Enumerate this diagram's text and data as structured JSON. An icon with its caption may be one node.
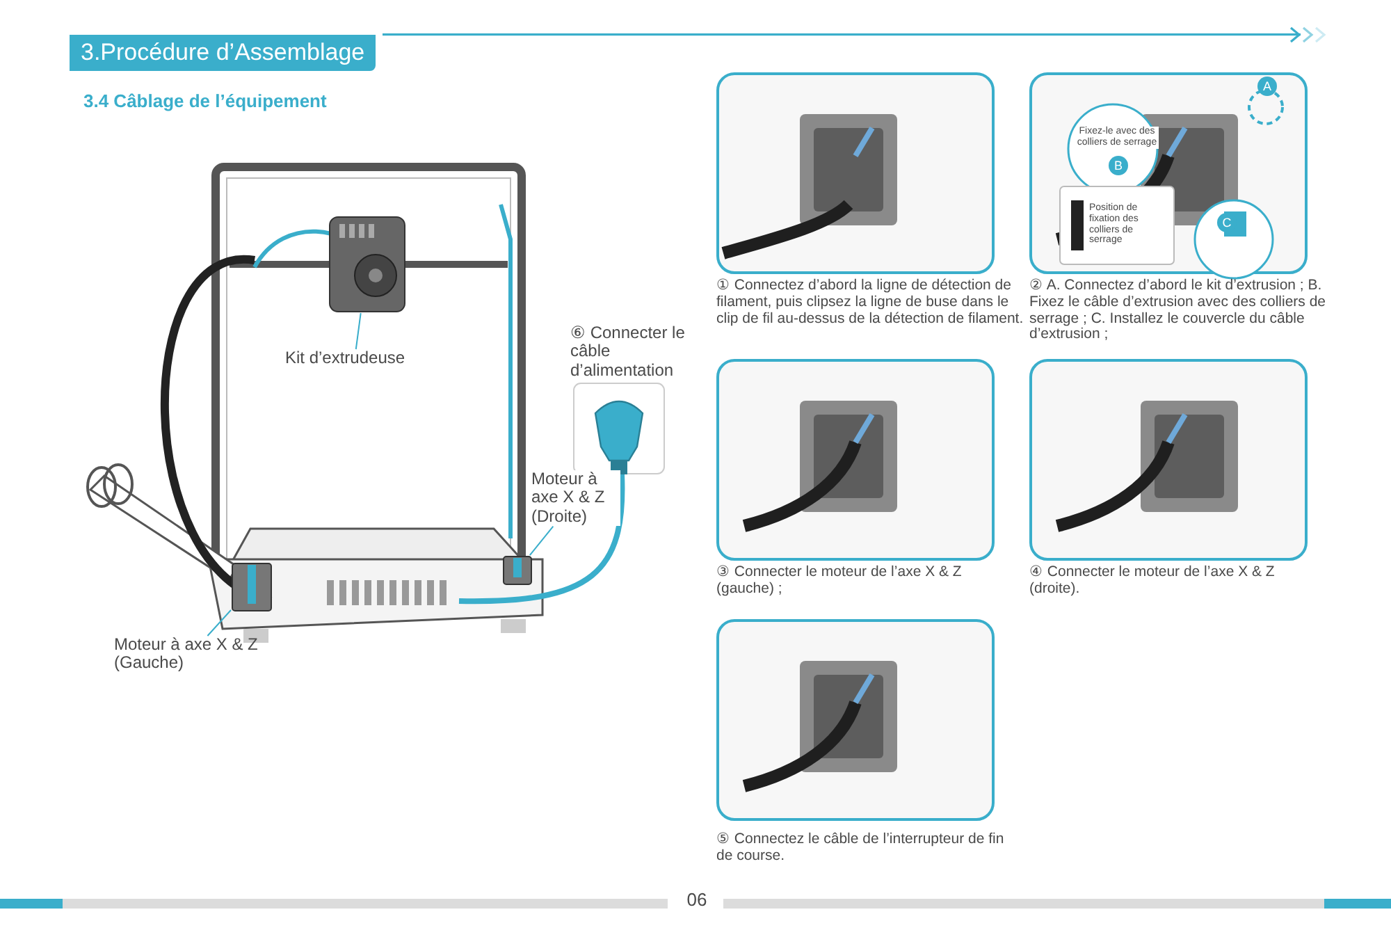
{
  "diagram": {
    "title": "3.Procédure d’Assemblage",
    "nodes": [
      {
        "text": [
          "Kit d’extrudeuse"
        ]
      },
      {
        "text": [],
        "shape": "picture"
      },
      {
        "text": [
          "Moteur à axe X & Z (Droite)"
        ]
      },
      {
        "text": [],
        "shape": "picture"
      },
      {
        "text": [
          "Moteur à axe X & Z (Gauche)"
        ]
      },
      {
        "text": [],
        "shape": "picture"
      }
    ],
    "edges": [
      {
        "from": 0,
        "to": 1,
        "arrow": "none"
      },
      {
        "from": 2,
        "to": 3,
        "arrow": "none"
      },
      {
        "from": 4,
        "to": 5,
        "arrow": "none"
      }
    ],
    "labels": [
      "3.4 Câblage de l’équipement",
      "⑥ Connecter le câble d’alimentation",
      "① Connectez d’abord la ligne de détection de filament, puis clipsez la ligne de buse dans le clip de fil au-dessus de la détection de filament.",
      "A",
      "Fixez-le avec des colliers de serrage",
      "B",
      "Position de fixation des colliers de serrage",
      "C",
      "② A. Connectez d’abord le kit d’extrusion ; B. Fixez le câble d’extrusion avec des colliers de serrage ; C. Installez le couvercle du câble d’extrusion ;",
      "③ Connecter le moteur de l’axe X & Z (gauche) ;",
      "④ Connecter le moteur de l’axe X & Z (droite).",
      "⑤ Connectez le câble de l’interrupteur de fin de course.",
      "06"
    ]
  }
}
